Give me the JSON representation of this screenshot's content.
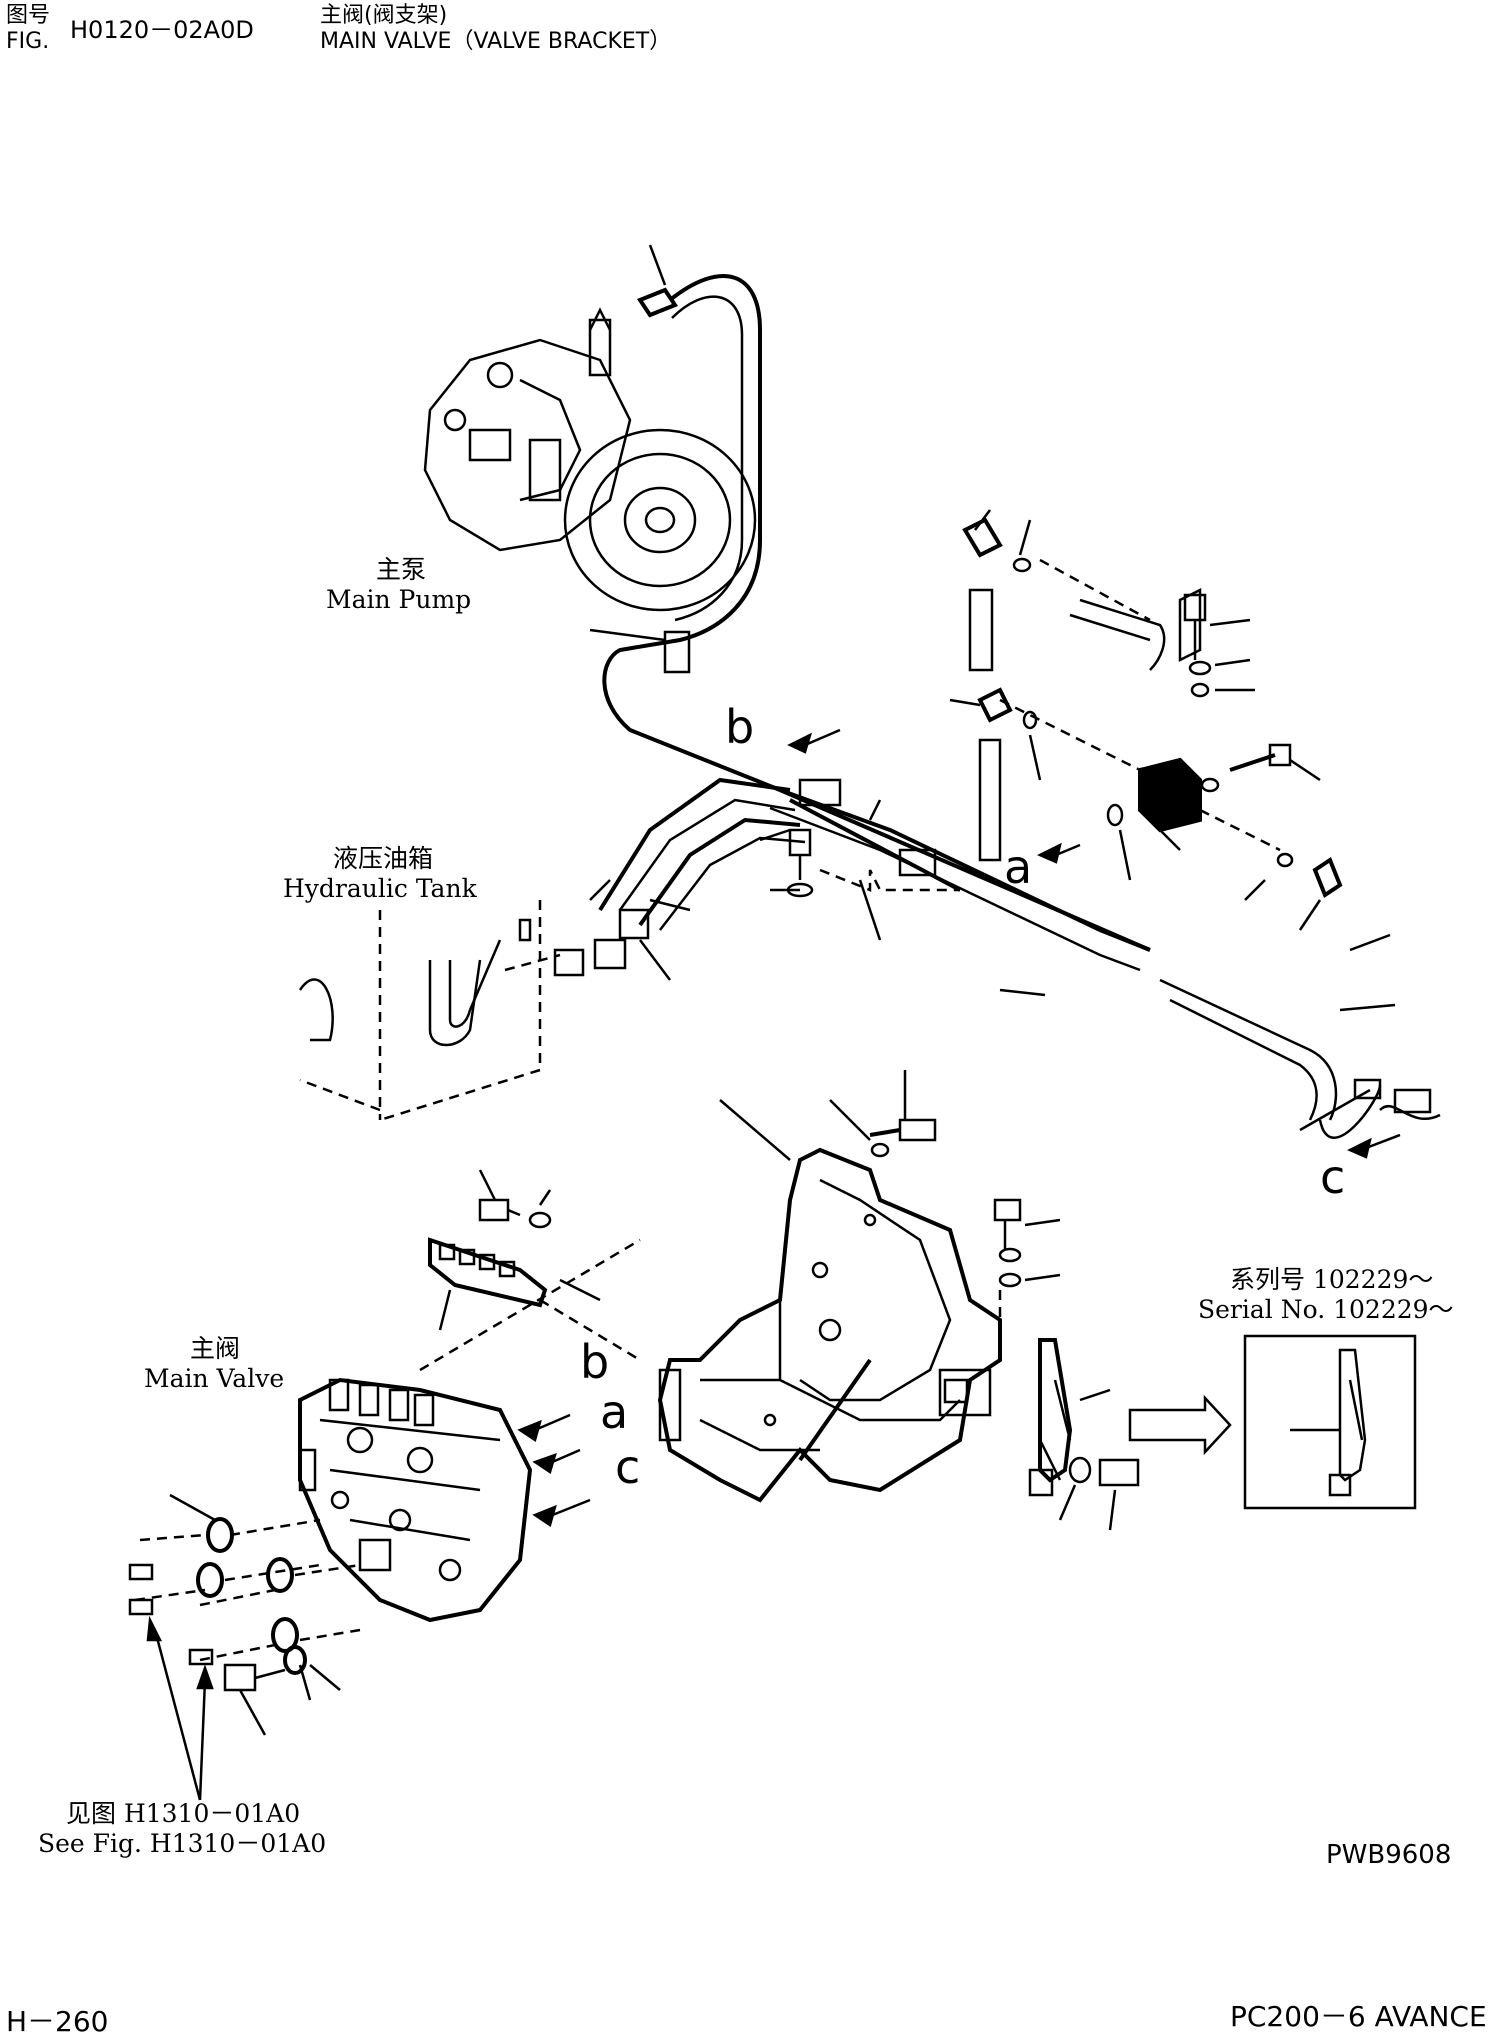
{
  "header": {
    "fig_label_cn": "图号",
    "fig_label_en": "FIG.",
    "fig_number": "H0120－02A0D",
    "title_cn": "主阀(阀支架)",
    "title_en": "MAIN VALVE（VALVE BRACKET）"
  },
  "labels": {
    "main_pump_cn": "主泵",
    "main_pump_en": "Main Pump",
    "hydraulic_tank_cn": "液压油箱",
    "hydraulic_tank_en": "Hydraulic Tank",
    "main_valve_cn": "主阀",
    "main_valve_en": "Main Valve",
    "serial_cn": "系列号 102229～",
    "serial_en": "Serial No. 102229～",
    "see_fig_cn": "见图 H1310－01A0",
    "see_fig_en": "See Fig. H1310－01A0"
  },
  "callouts": {
    "a_upper": "a",
    "b_upper": "b",
    "c_upper": "c",
    "b_lower": "b",
    "a_lower": "a",
    "c_lower": "c"
  },
  "footer": {
    "page_code": "H－260",
    "drawing_code": "PWB9608",
    "model": "PC200－6 AVANCE"
  }
}
